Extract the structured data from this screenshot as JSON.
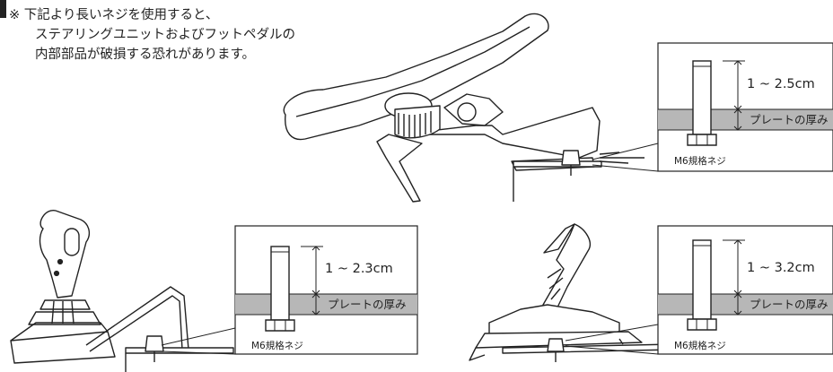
{
  "notice": {
    "symbol": "※",
    "line1": "下記より長いネジを使用すると、",
    "line2": "ステアリングユニットおよびフットペダルの",
    "line3": "内部部品が破損する恐れがあります。"
  },
  "details": {
    "steering": {
      "length_label": "1 ~ 2.5cm",
      "plate_label": "プレートの厚み",
      "screw_label": "M6規格ネジ"
    },
    "shifter": {
      "length_label": "1 ~ 2.3cm",
      "plate_label": "プレートの厚み",
      "screw_label": "M6規格ネジ"
    },
    "pedal": {
      "length_label": "1 ~ 3.2cm",
      "plate_label": "プレートの厚み",
      "screw_label": "M6規格ネジ"
    }
  },
  "colors": {
    "plate": "#b7b7b7",
    "line": "#222222"
  }
}
